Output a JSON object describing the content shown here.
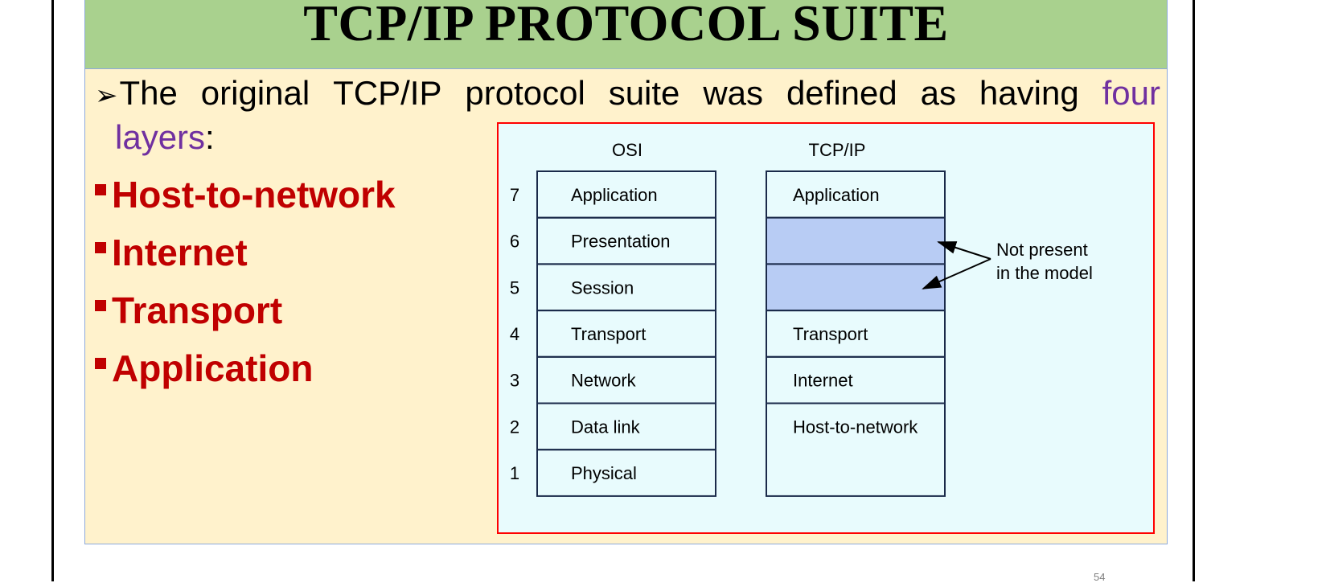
{
  "slide": {
    "title": "TCP/IP PROTOCOL SUITE",
    "intro_words": [
      "The",
      "original",
      "TCP/IP",
      "protocol",
      "suite",
      "was",
      "defined",
      "as",
      "having"
    ],
    "intro_highlight_1": "four",
    "intro_highlight_2": "layers",
    "intro_tail": ":",
    "bullets": [
      "Host-to-network",
      "Internet",
      "Transport",
      "Application"
    ],
    "page_number": "54"
  },
  "diagram": {
    "osi_header": "OSI",
    "tcpip_header": "TCP/IP",
    "osi_layers": [
      {
        "num": "7",
        "name": "Application"
      },
      {
        "num": "6",
        "name": "Presentation"
      },
      {
        "num": "5",
        "name": "Session"
      },
      {
        "num": "4",
        "name": "Transport"
      },
      {
        "num": "3",
        "name": "Network"
      },
      {
        "num": "2",
        "name": "Data link"
      },
      {
        "num": "1",
        "name": "Physical"
      }
    ],
    "tcpip_layers": [
      {
        "name": "Application",
        "missing": false
      },
      {
        "name": "",
        "missing": true
      },
      {
        "name": "",
        "missing": true
      },
      {
        "name": "Transport",
        "missing": false
      },
      {
        "name": "Internet",
        "missing": false
      },
      {
        "name": "Host-to-network",
        "missing": false
      }
    ],
    "annotation_line1": "Not present",
    "annotation_line2": "in the model",
    "colors": {
      "background": "#e8fbfd",
      "missing_fill": "#b8ccf4",
      "border": "#ff0000"
    }
  },
  "colors": {
    "title_band": "#a9d18e",
    "content_bg": "#fff2cc",
    "bullet_red": "#c00000",
    "highlight_purple": "#7030a0"
  }
}
